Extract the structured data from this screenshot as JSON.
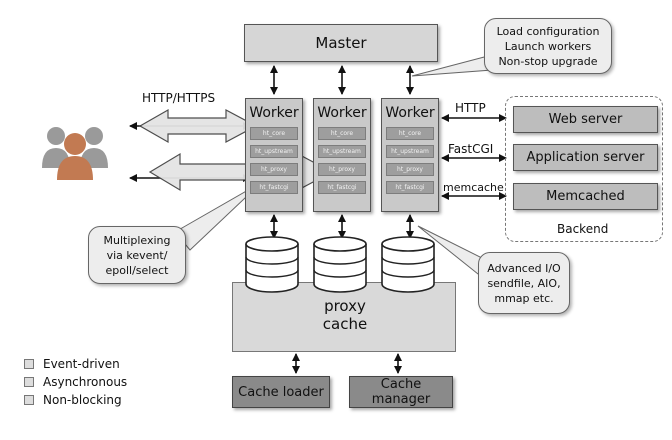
{
  "master": {
    "label": "Master"
  },
  "master_callout": {
    "lines": [
      "Load configuration",
      "Launch workers",
      "Non-stop upgrade"
    ]
  },
  "workers": [
    {
      "label": "Worker",
      "modules": [
        "ht_core",
        "ht_upstream",
        "ht_proxy",
        "ht_fastcgi"
      ]
    },
    {
      "label": "Worker",
      "modules": [
        "ht_core",
        "ht_upstream",
        "ht_proxy",
        "ht_fastcgi"
      ]
    },
    {
      "label": "Worker",
      "modules": [
        "ht_core",
        "ht_upstream",
        "ht_proxy",
        "ht_fastcgi"
      ]
    }
  ],
  "client_protocol": "HTTP/HTTPS",
  "protocols": {
    "http": "HTTP",
    "fastcgi": "FastCGI",
    "memcache": "memcache"
  },
  "backend": {
    "title": "Backend",
    "items": [
      "Web server",
      "Application server",
      "Memcached"
    ]
  },
  "multiplex_callout": {
    "lines": [
      "Multiplexing",
      "via kevent/",
      "epoll/select"
    ]
  },
  "io_callout": {
    "lines": [
      "Advanced I/O",
      "sendfile, AIO,",
      "mmap etc."
    ]
  },
  "proxy_cache": {
    "line1": "proxy",
    "line2": "cache"
  },
  "cache_loader": "Cache loader",
  "cache_manager": "Cache manager",
  "legend": [
    "Event-driven",
    "Asynchronous",
    "Non-blocking"
  ],
  "colors": {
    "box_light": "#d6d6d6",
    "box_mid": "#bdbdbd",
    "box_dark": "#8a8a8a",
    "module": "#9e9e9e",
    "arrow": "#111111"
  },
  "icons": {
    "users": "users-group-icon",
    "disk": "database-disk-icon"
  }
}
